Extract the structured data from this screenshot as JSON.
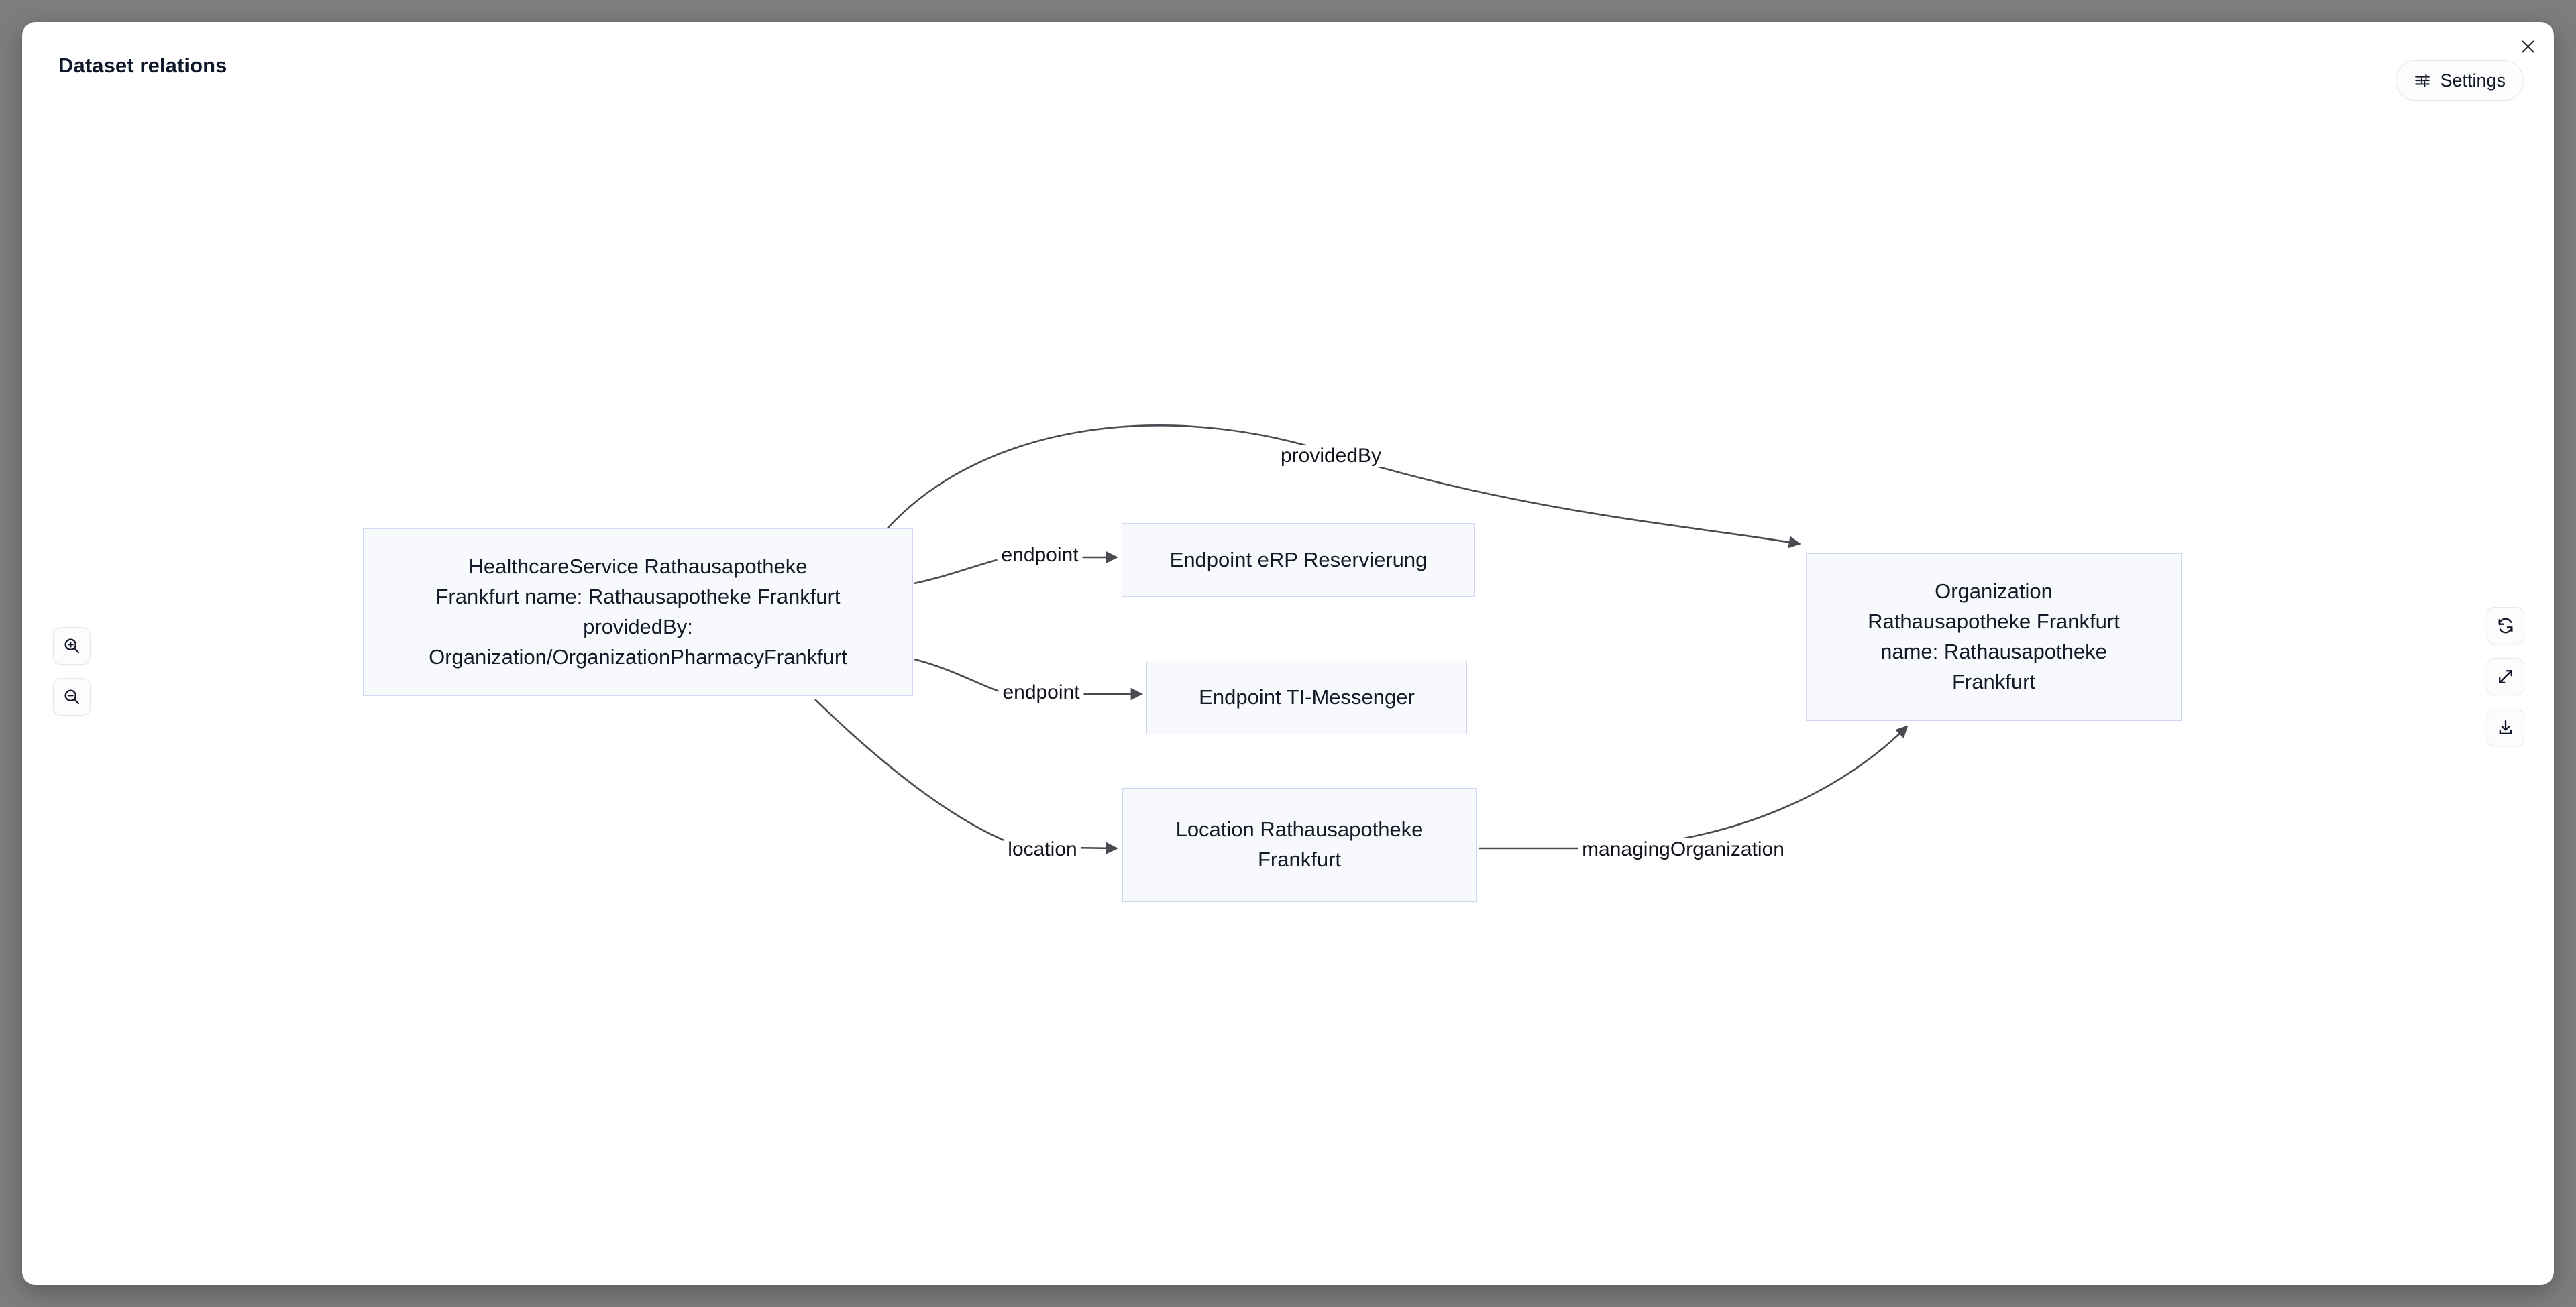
{
  "dialog": {
    "title": "Dataset relations",
    "close_icon": "close-icon"
  },
  "toolbar": {
    "settings_label": "Settings",
    "settings_icon": "sliders-icon"
  },
  "canvas_controls": {
    "left": [
      {
        "name": "zoom-in-button",
        "icon": "zoom-in-icon"
      },
      {
        "name": "zoom-out-button",
        "icon": "zoom-out-icon"
      }
    ],
    "right": [
      {
        "name": "reset-button",
        "icon": "refresh-icon"
      },
      {
        "name": "fullscreen-button",
        "icon": "expand-icon"
      },
      {
        "name": "download-button",
        "icon": "download-icon"
      }
    ]
  },
  "graph": {
    "nodes": [
      {
        "id": "healthcareservice",
        "label": "HealthcareService Rathausapotheke\nFrankfurt name: Rathausapotheke Frankfurt\nprovidedBy:\nOrganization/OrganizationPharmacyFrankfurt"
      },
      {
        "id": "endpoint-erp",
        "label": "Endpoint eRP Reservierung"
      },
      {
        "id": "endpoint-ti",
        "label": "Endpoint TI-Messenger"
      },
      {
        "id": "location",
        "label": "Location Rathausapotheke\nFrankfurt"
      },
      {
        "id": "organization",
        "label": "Organization\nRathausapotheke Frankfurt\nname: Rathausapotheke\nFrankfurt"
      }
    ],
    "edges": [
      {
        "id": "providedby",
        "label": "providedBy",
        "from": "healthcareservice",
        "to": "organization"
      },
      {
        "id": "endpoint-1",
        "label": "endpoint",
        "from": "healthcareservice",
        "to": "endpoint-erp"
      },
      {
        "id": "endpoint-2",
        "label": "endpoint",
        "from": "healthcareservice",
        "to": "endpoint-ti"
      },
      {
        "id": "location",
        "label": "location",
        "from": "healthcareservice",
        "to": "location"
      },
      {
        "id": "managingorg",
        "label": "managingOrganization",
        "from": "location",
        "to": "organization"
      }
    ]
  },
  "colors": {
    "backdrop": "#7d7d7d",
    "dialog_bg": "#ffffff",
    "node_fill": "#f7f9fc",
    "node_border": "#ccd7f0",
    "edge_stroke": "#4a4a52",
    "text": "#10131c"
  }
}
